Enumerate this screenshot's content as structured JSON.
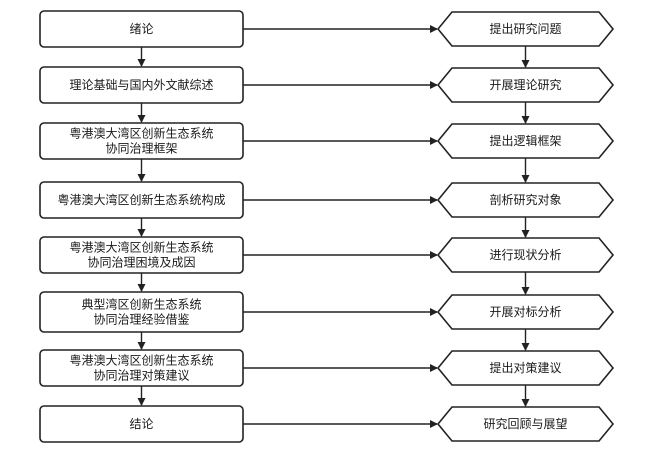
{
  "steps": [
    {
      "lines": [
        "绪论"
      ]
    },
    {
      "lines": [
        "理论基础与国内外文献综述"
      ]
    },
    {
      "lines": [
        "粤港澳大湾区创新生态系统",
        "协同治理框架"
      ]
    },
    {
      "lines": [
        "粤港澳大湾区创新生态系统构成"
      ]
    },
    {
      "lines": [
        "粤港澳大湾区创新生态系统",
        "协同治理困境及成因"
      ]
    },
    {
      "lines": [
        "典型湾区创新生态系统",
        "协同治理经验借鉴"
      ]
    },
    {
      "lines": [
        "粤港澳大湾区创新生态系统",
        "协同治理对策建议"
      ]
    },
    {
      "lines": [
        "结论"
      ]
    }
  ],
  "goals": [
    {
      "label": "提出研究问题"
    },
    {
      "label": "开展理论研究"
    },
    {
      "label": "提出逻辑框架"
    },
    {
      "label": "剖析研究对象"
    },
    {
      "label": "进行现状分析"
    },
    {
      "label": "开展对标分析"
    },
    {
      "label": "提出对策建议"
    },
    {
      "label": "研究回顾与展望"
    }
  ]
}
